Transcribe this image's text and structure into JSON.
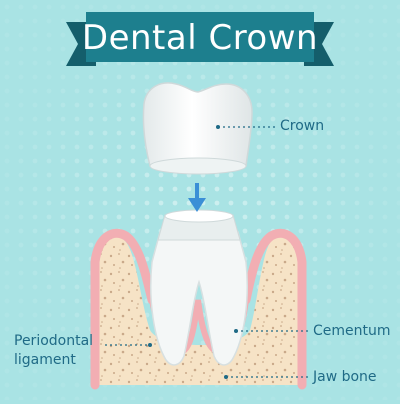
{
  "title": "Dental Crown",
  "labels": {
    "crown": "Crown",
    "cementum": "Cementum",
    "jaw_bone": "Jaw bone",
    "periodontal_ligament": "Periodontal\nligament"
  },
  "colors": {
    "background": "#a9e3e4",
    "banner": "#1d7f8e",
    "banner_tails": "#145e6b",
    "tooth_white": "#f4f7f7",
    "gum": "#f2aeb3",
    "bone": "#f6e3c6",
    "arrow": "#3b8fd6",
    "label_text": "#1f6a86"
  },
  "icons": {
    "arrow": "down-arrow-icon"
  }
}
